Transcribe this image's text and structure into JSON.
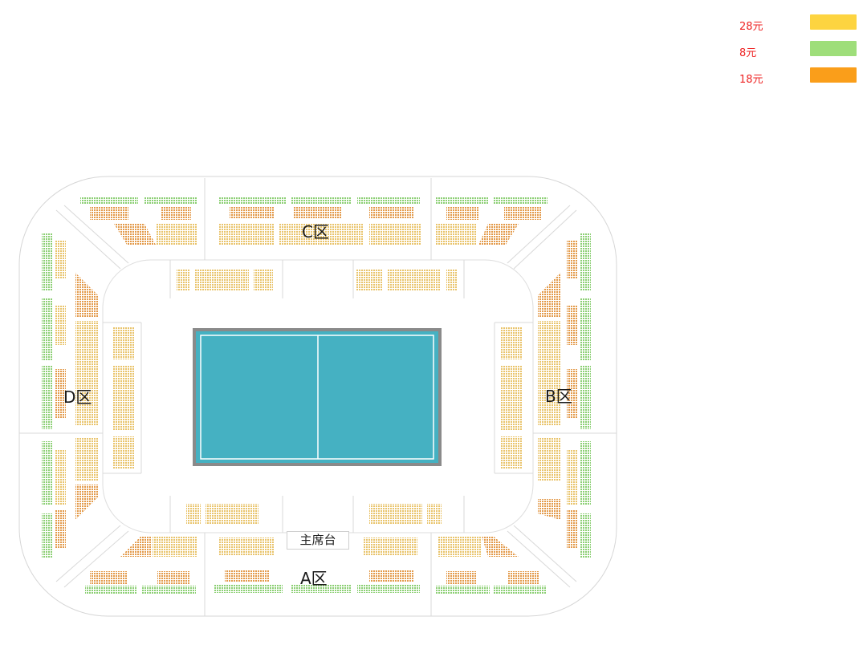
{
  "legend": {
    "label_color": "#ee2222",
    "items": [
      {
        "label": "28元",
        "color": "#fdd440"
      },
      {
        "label": "8元",
        "color": "#9ede7a"
      },
      {
        "label": "18元",
        "color": "#fa9e1a"
      }
    ]
  },
  "colors": {
    "court_fill": "#45b1c2",
    "court_border": "#8a8a8a",
    "court_line": "#ffffff",
    "outline": "#d6d6d6",
    "price_28_light": "#f0d890",
    "price_18_light": "#eeb46a"
  },
  "zones": {
    "a": {
      "label": "A区"
    },
    "b": {
      "label": "B区"
    },
    "c": {
      "label": "C区"
    },
    "d": {
      "label": "D区"
    }
  },
  "main_stand": {
    "label": "主席台"
  }
}
